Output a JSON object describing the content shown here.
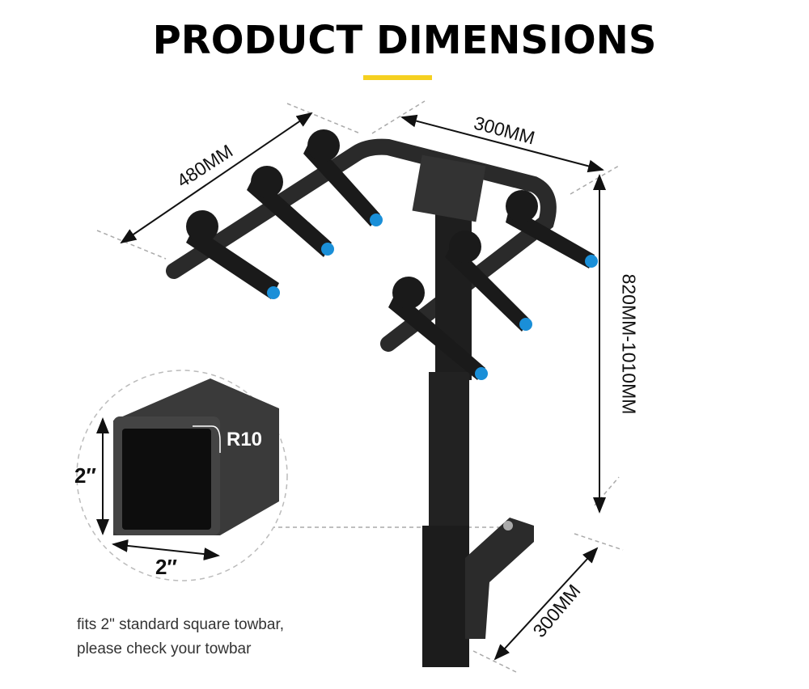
{
  "title": "PRODUCT DIMENSIONS",
  "accent_color": "#f5d020",
  "arm_tip_color": "#1a8fd8",
  "dimensions": {
    "arm_length": "480MM",
    "top_width": "300MM",
    "height": "820MM-1010MM",
    "hitch_length": "300MM"
  },
  "inset": {
    "height": "2″",
    "width": "2″",
    "radius": "R10"
  },
  "note": {
    "line1": "fits 2\" standard square towbar,",
    "line2": "please check your towbar"
  }
}
